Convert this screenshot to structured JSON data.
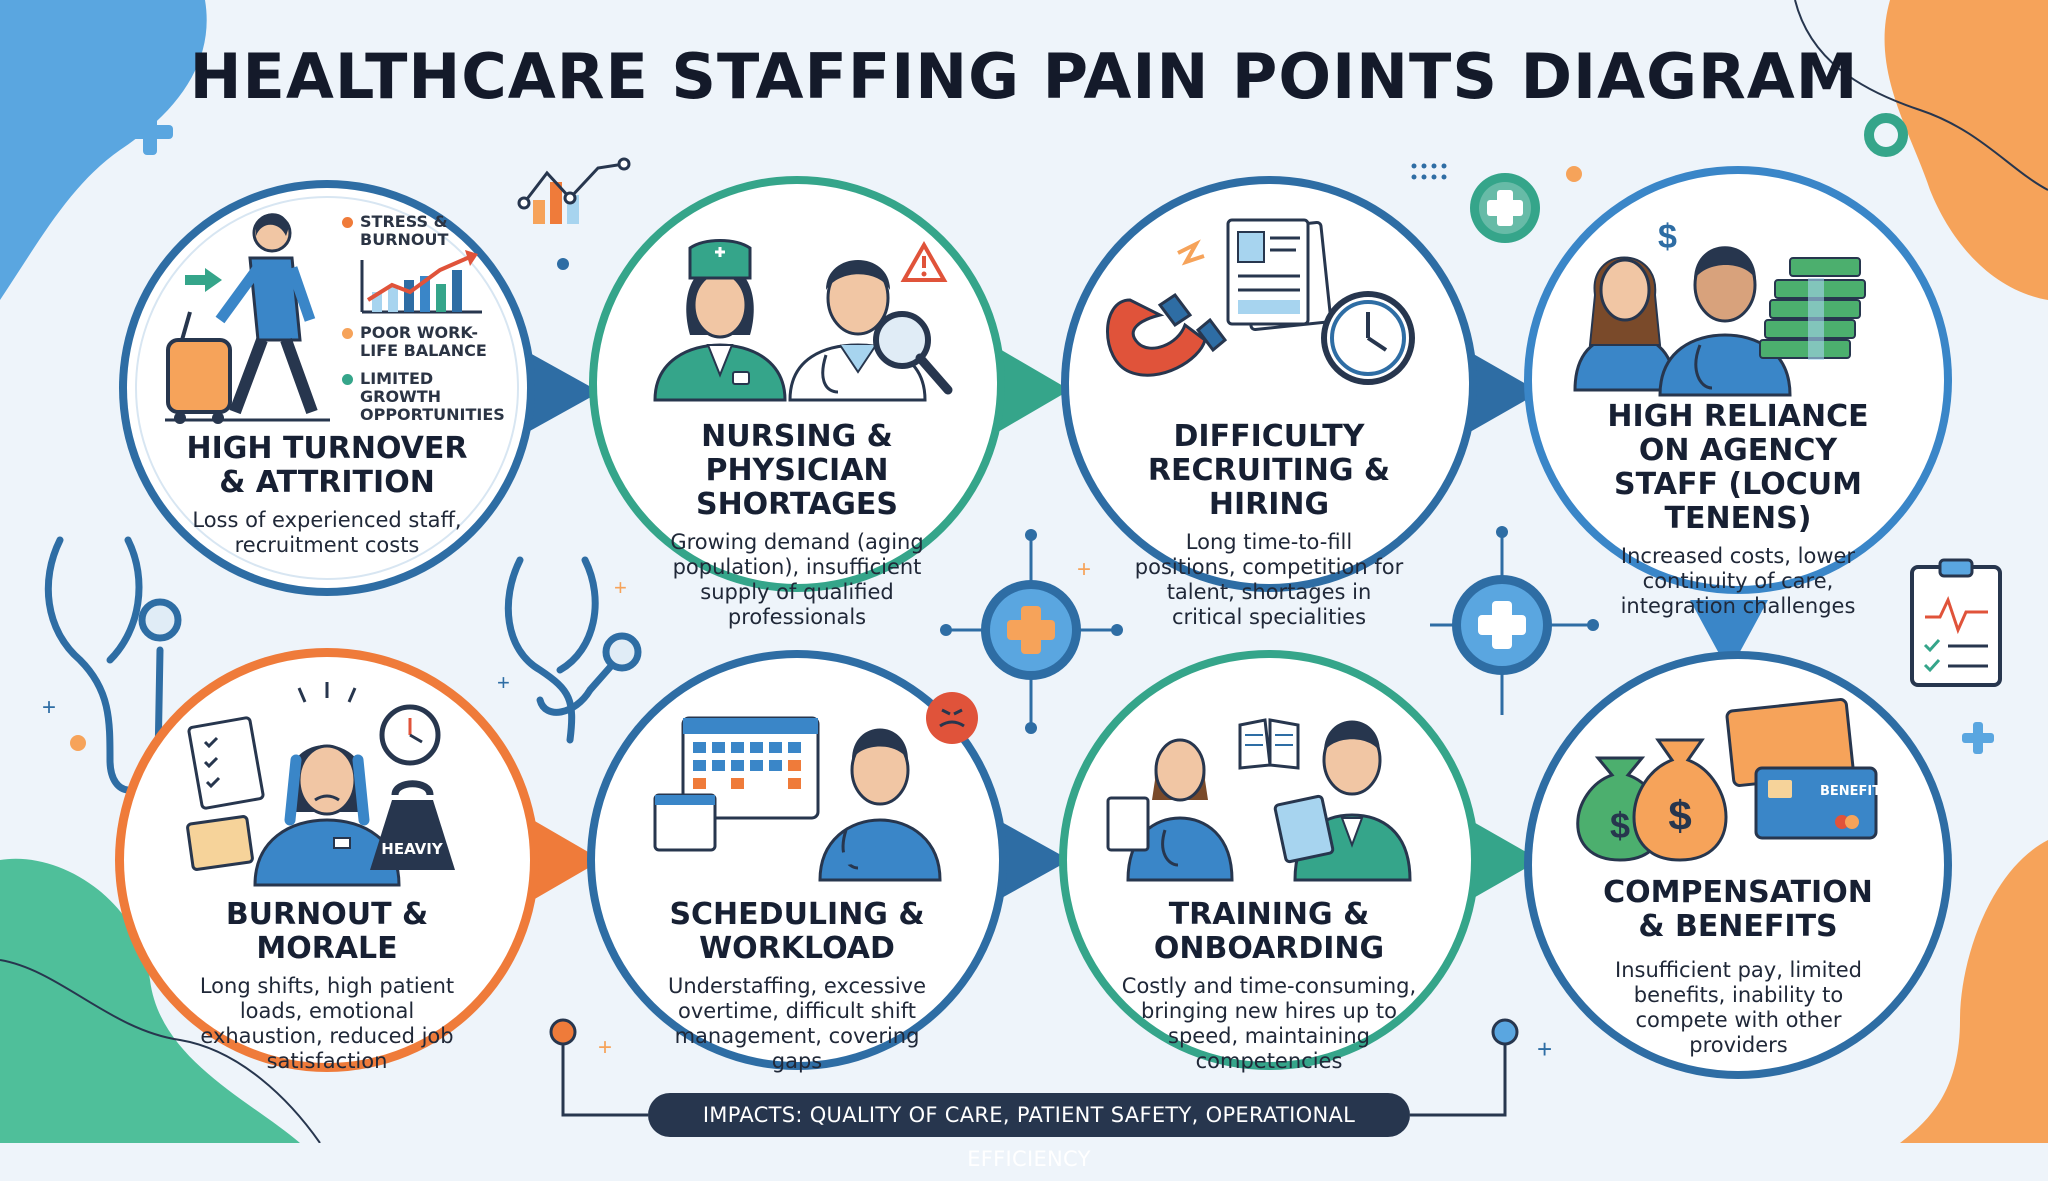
{
  "title": "HEALTHCARE STAFFING PAIN POINTS DIAGRAM",
  "nodes": [
    {
      "title": "HIGH TURNOVER & ATTRITION",
      "description": "Loss of experienced staff, recruitment costs",
      "color": "#2e6da4",
      "bullets": [
        "STRESS & BURNOUT",
        "POOR WORK-LIFE BALANCE",
        "LIMITED GROWTH OPPORTUNITIES"
      ]
    },
    {
      "title": "NURSING & PHYSICIAN SHORTAGES",
      "description": "Growing demand (aging population), insufficient supply of qualified professionals",
      "color": "#35a58a"
    },
    {
      "title": "DIFFICULTY RECRUITING & HIRING",
      "description": "Long time-to-fill positions, competition for talent, shortages in critical specialities",
      "color": "#2e6da4"
    },
    {
      "title": "HIGH RELIANCE ON AGENCY STAFF (LOCUM TENENS)",
      "description": "Increased costs, lower continuity of care, integration challenges",
      "color": "#3a86c8"
    },
    {
      "title": "BURNOUT & MORALE",
      "description": "Long shifts, high patient loads, emotional exhaustion, reduced job satisfaction",
      "color": "#ef7b3a",
      "weight_label": "HEAVIY"
    },
    {
      "title": "SCHEDULING & WORKLOAD",
      "description": "Understaffing, excessive overtime, difficult shift management, covering gaps",
      "color": "#2e6da4"
    },
    {
      "title": "TRAINING & ONBOARDING",
      "description": "Costly and time-consuming, bringing new hires up to speed, maintaining competencies",
      "color": "#35a58a"
    },
    {
      "title": "COMPENSATION & BENEFITS",
      "description": "Insufficient pay, limited benefits, inability to compete with other providers",
      "color": "#2e6da4",
      "card_label": "BENEFITS"
    }
  ],
  "impact": "IMPACTS: QUALITY OF CARE, PATIENT SAFETY, OPERATIONAL EFFICIENCY",
  "colors": {
    "background": "#eef4fa",
    "blue": "#2e6da4",
    "teal": "#35a58a",
    "orange": "#ef7b3a",
    "dark": "#27364e"
  }
}
